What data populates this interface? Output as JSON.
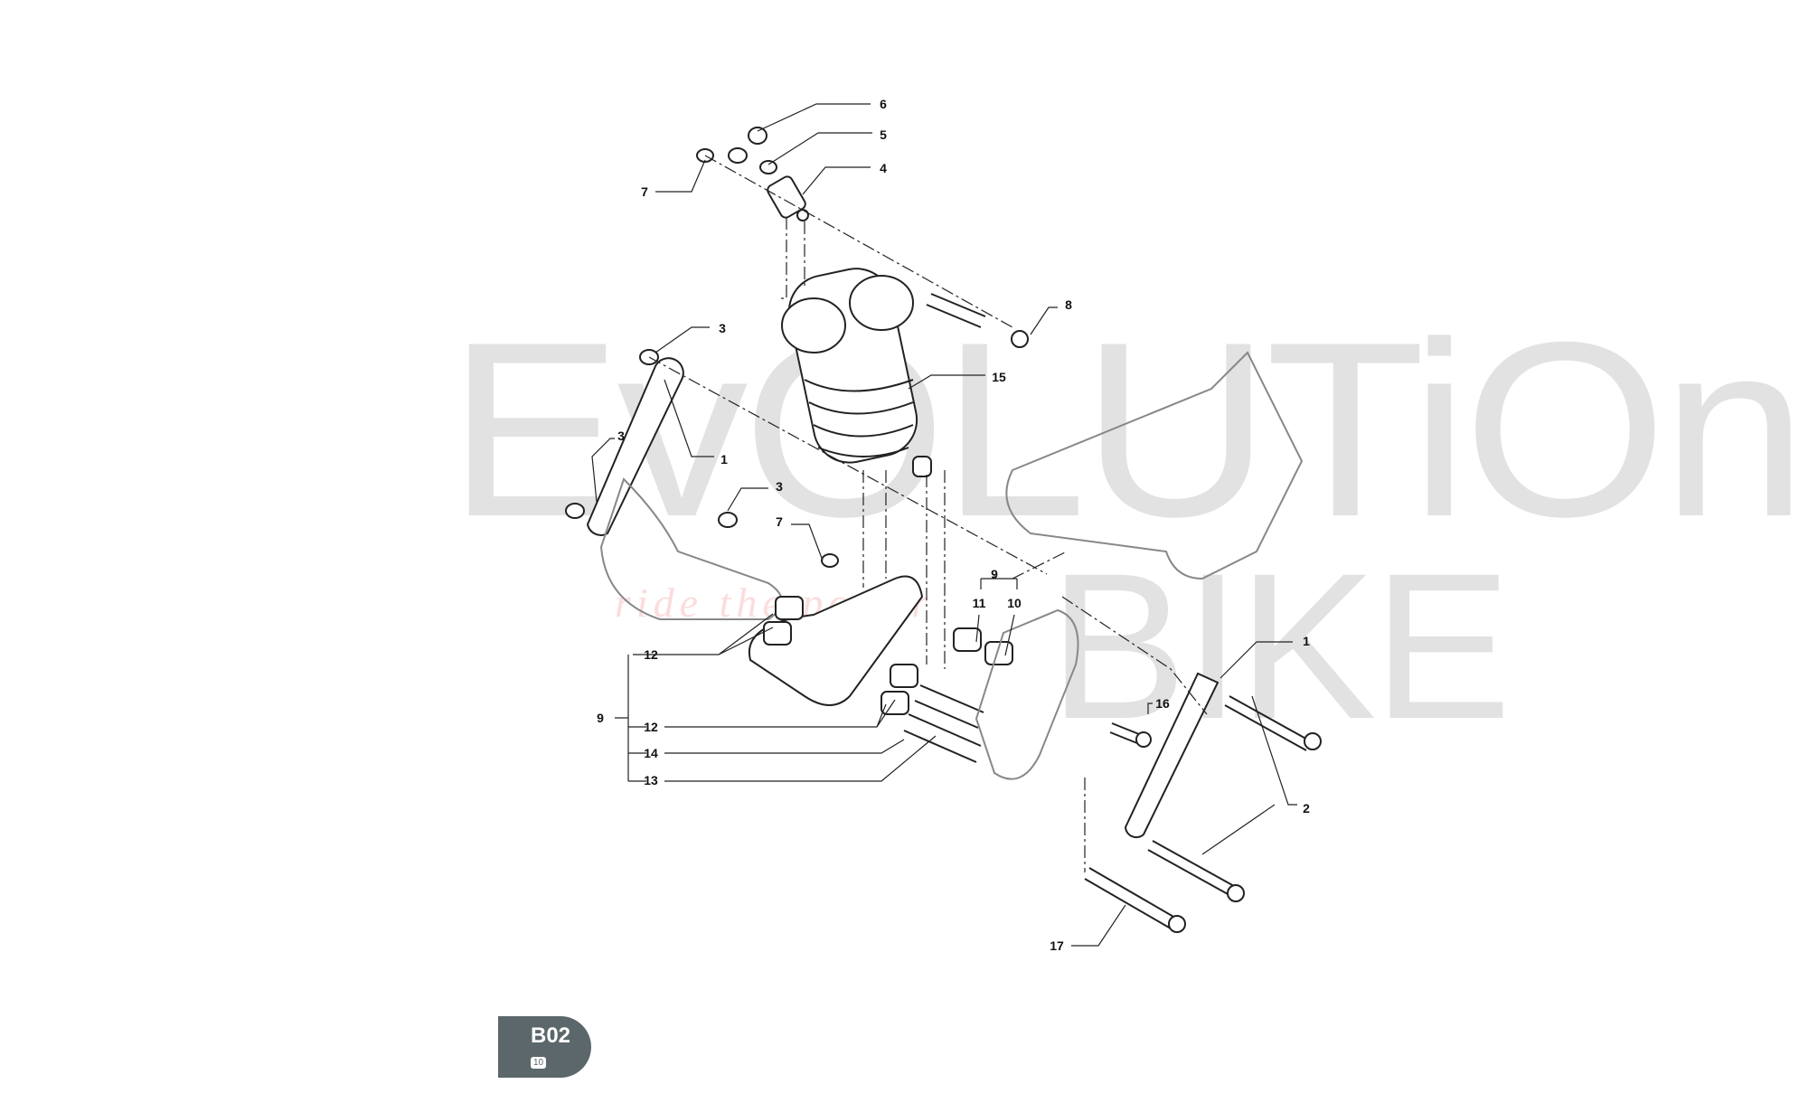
{
  "watermark": {
    "line1": "EvOLUTiOn",
    "line2": "BIKE",
    "tagline": "ride the power"
  },
  "badge": {
    "code": "B02",
    "sub": "10"
  },
  "callouts": [
    "6",
    "5",
    "4",
    "7",
    "8",
    "3",
    "15",
    "3",
    "1",
    "3",
    "7",
    "9",
    "11",
    "10",
    "1",
    "12",
    "9",
    "16",
    "12",
    "14",
    "13",
    "2",
    "17"
  ],
  "colors": {
    "badge": "#5b676b",
    "line": "#222222"
  }
}
